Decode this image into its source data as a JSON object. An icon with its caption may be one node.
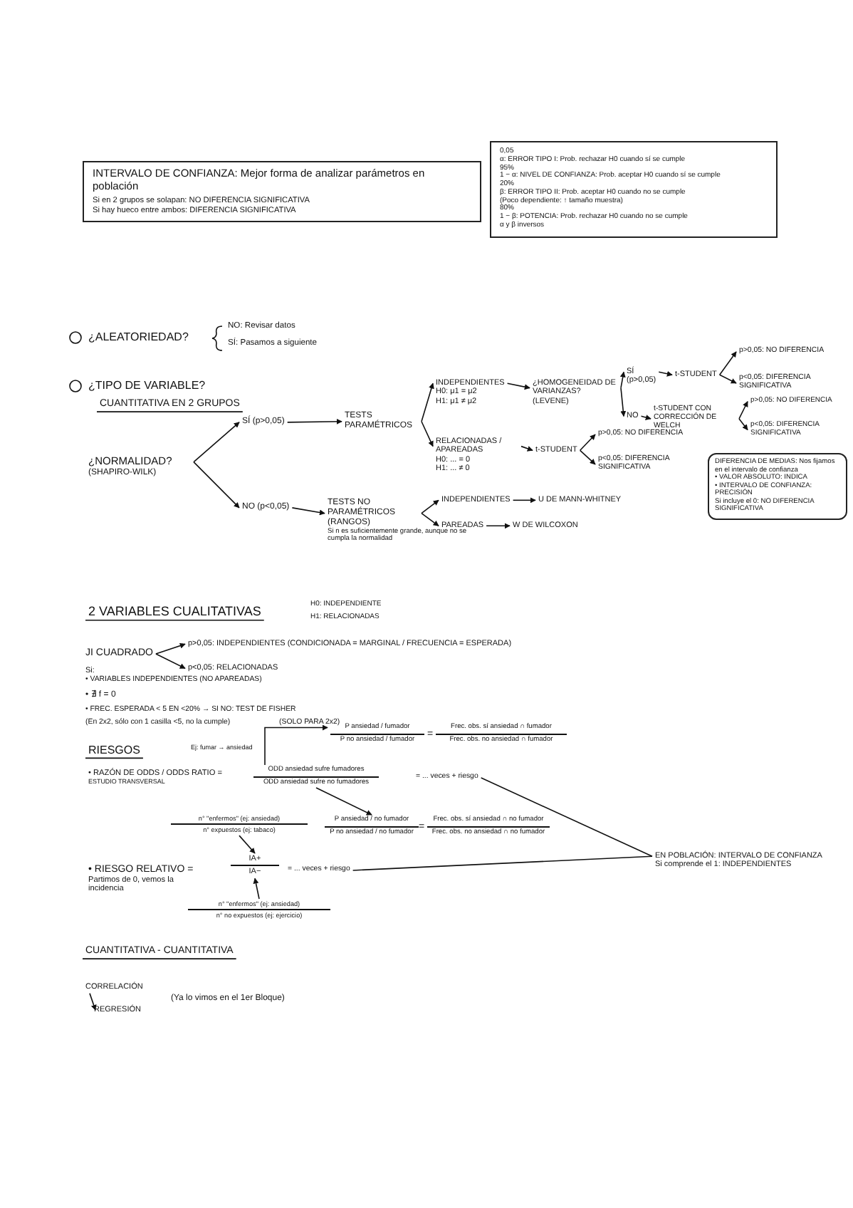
{
  "diagram": {
    "nodes": [
      {
        "text": [
          "INTERVALO DE CONFIANZA: Mejor forma de analizar parámetros en población",
          "Si en 2 grupos se solapan: NO DIFERENCIA SIGNIFICATIVA",
          "Si hay hueco entre ambos: DIFERENCIA SIGNIFICATIVA"
        ]
      },
      {
        "text": [
          "0,05",
          "α: ERROR TIPO I: Prob. rechazar H0 cuando sí se cumple",
          "95%",
          "1 − α: NIVEL DE CONFIANZA: Prob. aceptar H0 cuando sí se cumple",
          "20%",
          "β: ERROR TIPO II: Prob. aceptar H0 cuando no se cumple",
          "(Poco dependiente: ↑ tamaño muestra)",
          "80%",
          "1 − β: POTENCIA: Prob. rechazar H0 cuando no se cumple",
          "α y β inversos"
        ]
      },
      {
        "text": [
          "¿NORMALIDAD?"
        ],
        "beside": [
          "(SHAPIRO-WILK)"
        ]
      },
      {
        "text": [
          "SÍ (p>0,05)"
        ]
      },
      {
        "text": [
          "TESTS PARAMÉTRICOS"
        ]
      },
      {
        "text": [
          "NO (p<0,05)"
        ]
      },
      {
        "text": [
          "TESTS NO PARAMÉTRICOS (RANGOS)"
        ],
        "beside": [
          "Si n es suficientemente grande, aunque no se cumpla la normalidad"
        ]
      },
      {
        "text": [
          "INDEPENDIENTES",
          "H0: μ1 = μ2",
          "H1: μ1 ≠ μ2"
        ]
      },
      {
        "text": [
          "RELACIONADAS / APAREADAS",
          "H0: ... = 0",
          "H1: ... ≠ 0"
        ]
      },
      {
        "text": [
          "¿HOMOGENEIDAD DE VARIANZAS?",
          "(LEVENE)"
        ]
      },
      {
        "text": [
          "SÍ",
          "(p>0,05)"
        ]
      },
      {
        "text": [
          "t-STUDENT"
        ]
      },
      {
        "text": [
          "p>0,05: NO DIFERENCIA"
        ]
      },
      {
        "text": [
          "p<0,05: DIFERENCIA SIGNIFICATIVA"
        ]
      },
      {
        "text": [
          "NO"
        ]
      },
      {
        "text": [
          "t-STUDENT CON CORRECCIÓN DE WELCH"
        ]
      },
      {
        "text": [
          "p>0,05: NO DIFERENCIA"
        ]
      },
      {
        "text": [
          "p<0,05: DIFERENCIA SIGNIFICATIVA"
        ]
      },
      {
        "text": [
          "t-STUDENT"
        ]
      },
      {
        "text": [
          "p>0,05: NO DIFERENCIA"
        ]
      },
      {
        "text": [
          "p<0,05: DIFERENCIA SIGNIFICATIVA"
        ]
      },
      {
        "text": [
          "INDEPENDIENTES"
        ]
      },
      {
        "text": [
          "U DE MANN-WHITNEY"
        ]
      },
      {
        "text": [
          "PAREADAS"
        ]
      },
      {
        "text": [
          "W DE WILCOXON"
        ]
      },
      {
        "text": [
          "DIFERENCIA DE MEDIAS: Nos fijamos en el intervalo de confianza",
          "• VALOR ABSOLUTO: INDICA",
          "• INTERVALO DE CONFIANZA: PRECISIÓN",
          "Si incluye el 0: NO DIFERENCIA SIGNIFICATIVA"
        ]
      },
      {
        "text": [
          "JI CUADRADO"
        ]
      },
      {
        "text": [
          "p>0,05: INDEPENDIENTES (CONDICIONADA = MARGINAL / FRECUENCIA = ESPERADA)"
        ]
      },
      {
        "text": [
          "p<0,05: RELACIONADAS"
        ]
      },
      {
        "text": [
          "• RAZÓN DE ODDS / ODDS RATIO ="
        ],
        "beside": [
          "ESTUDIO TRANSVERSAL"
        ]
      },
      {
        "text": [
          "ODD ansiedad sufre fumadores",
          "ODD ansiedad sufre no fumadores"
        ]
      },
      {
        "text": [
          "P ansiedad / fumador",
          "P no ansiedad / fumador"
        ]
      },
      {
        "text": [
          "Frec. obs. sí ansiedad ∩ fumador",
          "Frec. obs. no ansiedad ∩ fumador"
        ]
      },
      {
        "text": [
          "P ansiedad / no fumador",
          "P no ansiedad / no fumador"
        ]
      },
      {
        "text": [
          "Frec. obs. sí ansiedad ∩ no fumador",
          "Frec. obs. no ansiedad ∩ no fumador"
        ]
      },
      {
        "text": [
          "= ... veces + riesgo"
        ]
      },
      {
        "text": [
          "• RIESGO RELATIVO ="
        ],
        "beside": [
          "Partimos de 0, vemos la incidencia"
        ]
      },
      {
        "text": [
          "IA+",
          "IA−"
        ]
      },
      {
        "text": [
          "n° \"enfermos\" (ej: ansiedad)",
          "n° expuestos (ej: tabaco)"
        ]
      },
      {
        "text": [
          "n° \"enfermos\" (ej: ansiedad)",
          "n° no expuestos (ej: ejercicio)"
        ]
      },
      {
        "text": [
          "= ... veces + riesgo"
        ]
      },
      {
        "text": [
          "EN POBLACIÓN: INTERVALO DE CONFIANZA",
          "Si comprende el 1: INDEPENDIENTES"
        ]
      },
      {
        "text": [
          "CORRELACIÓN"
        ]
      },
      {
        "text": [
          "REGRESIÓN"
        ]
      }
    ],
    "edges": [
      {
        "from": 2,
        "to": 3,
        "arrow": "to"
      },
      {
        "from": 2,
        "to": 5,
        "arrow": "to"
      },
      {
        "from": 3,
        "to": 4,
        "arrow": "to"
      },
      {
        "from": 5,
        "to": 6,
        "arrow": "to"
      },
      {
        "from": 4,
        "to": 7,
        "arrow": "to"
      },
      {
        "from": 4,
        "to": 8,
        "arrow": "to"
      },
      {
        "from": 7,
        "to": 9,
        "arrow": "to"
      },
      {
        "from": 9,
        "to": 10,
        "arrow": "to"
      },
      {
        "from": 9,
        "to": 14,
        "arrow": "to"
      },
      {
        "from": 10,
        "to": 11,
        "arrow": "to"
      },
      {
        "from": 11,
        "to": 12,
        "arrow": "to"
      },
      {
        "from": 11,
        "to": 13,
        "arrow": "to"
      },
      {
        "from": 14,
        "to": 15,
        "arrow": "to"
      },
      {
        "from": 15,
        "to": 16,
        "arrow": "to"
      },
      {
        "from": 15,
        "to": 17,
        "arrow": "to"
      },
      {
        "from": 8,
        "to": 18,
        "arrow": "to"
      },
      {
        "from": 18,
        "to": 19,
        "arrow": "to"
      },
      {
        "from": 18,
        "to": 20,
        "arrow": "to"
      },
      {
        "from": 6,
        "to": 21,
        "arrow": "to"
      },
      {
        "from": 6,
        "to": 23,
        "arrow": "to"
      },
      {
        "from": 21,
        "to": 22,
        "arrow": "to"
      },
      {
        "from": 23,
        "to": 24,
        "arrow": "to"
      },
      {
        "from": 26,
        "to": 27,
        "arrow": "to"
      },
      {
        "from": 26,
        "to": 28,
        "arrow": "to"
      },
      {
        "from": 30,
        "to": 31,
        "arrow": "to"
      },
      {
        "from": 30,
        "to": 33,
        "arrow": "to"
      },
      {
        "from": 38,
        "to": 37,
        "arrow": "to"
      },
      {
        "from": 39,
        "to": 37,
        "arrow": "to"
      },
      {
        "from": 35,
        "to": 41,
        "arrow": "none"
      },
      {
        "from": 40,
        "to": 41,
        "arrow": "none"
      },
      {
        "from": 42,
        "to": 43,
        "arrow": "to"
      }
    ],
    "labels": [
      "¿ALEATORIEDAD?",
      "NO: Revisar datos",
      "SÍ: Pasamos a siguiente",
      "¿TIPO DE VARIABLE?",
      "CUANTITATIVA EN 2 GRUPOS",
      "2 VARIABLES CUALITATIVAS",
      "H0: INDEPENDIENTE",
      "H1: RELACIONADAS",
      "Si:",
      "• VARIABLES INDEPENDIENTES (NO APAREADAS)",
      "• ∄ f = 0",
      "• FREC. ESPERADA < 5 EN <20% → SI NO: TEST DE FISHER",
      "(SOLO PARA 2x2)",
      "(En 2x2, sólo con 1 casilla <5, no la cumple)",
      "RIESGOS",
      "Ej: fumar → ansiedad",
      "=",
      "=",
      "CUANTITATIVA - CUANTITATIVA",
      "(Ya lo vimos en el 1er Bloque)"
    ]
  }
}
